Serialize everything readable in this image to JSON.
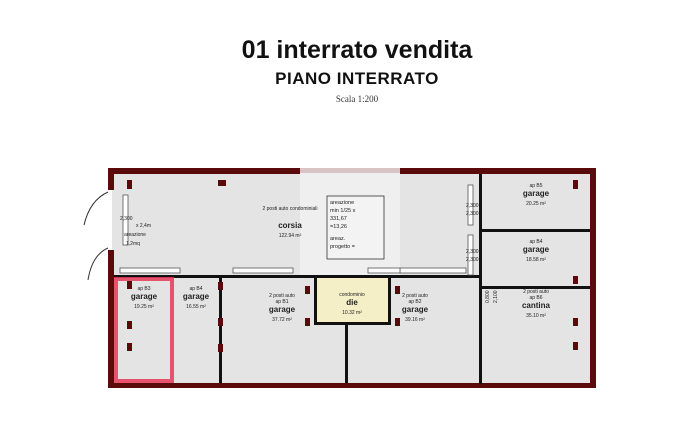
{
  "title": "01 interrato vendita",
  "subtitle": "PIANO INTERRATO",
  "scale": "Scala 1:200",
  "colors": {
    "wall": "#5a0a0a",
    "floor": "#e4e4e4",
    "highlight": "#e8385a",
    "condominio": "#f5efc8"
  },
  "plan": {
    "corsia": {
      "note": "2 posti auto condominiali",
      "name": "corsia",
      "area": "122.94 m²"
    },
    "aeration_left": {
      "dim1": "2,300",
      "dim2": "x 2,4m",
      "label": "areazione",
      "area": "1,2mq"
    },
    "aeration_box": {
      "l1": "areazione",
      "l2": "min 1/25 x",
      "l3": "331,67",
      "l4": "=13,26",
      "l5": "areaz.",
      "l6": "progetto ="
    },
    "rooms": [
      {
        "unit": "ap B3",
        "name": "garage",
        "area": "19.25 m²"
      },
      {
        "unit": "ap B4",
        "name": "garage",
        "area": "16.55 m²"
      },
      {
        "note": "2 posti auto",
        "unit": "ap B1",
        "name": "garage",
        "area": "37.72 m²"
      },
      {
        "unit": "condominio",
        "name": "die",
        "area": "10.32 m²"
      },
      {
        "note": "2 posti auto",
        "unit": "ap B2",
        "name": "garage",
        "area": "39.16 m²"
      },
      {
        "unit": "ap B5",
        "name": "garage",
        "area": "20.25 m²"
      },
      {
        "unit": "ap B4",
        "name": "garage",
        "area": "18.58 m²"
      },
      {
        "note": "2 posti auto",
        "unit": "ap B6",
        "name": "cantina",
        "area": "35.10 m²"
      }
    ],
    "dims": [
      "2,300",
      "2,300",
      "2,300",
      "2,300",
      "0,800",
      "2,100"
    ]
  }
}
